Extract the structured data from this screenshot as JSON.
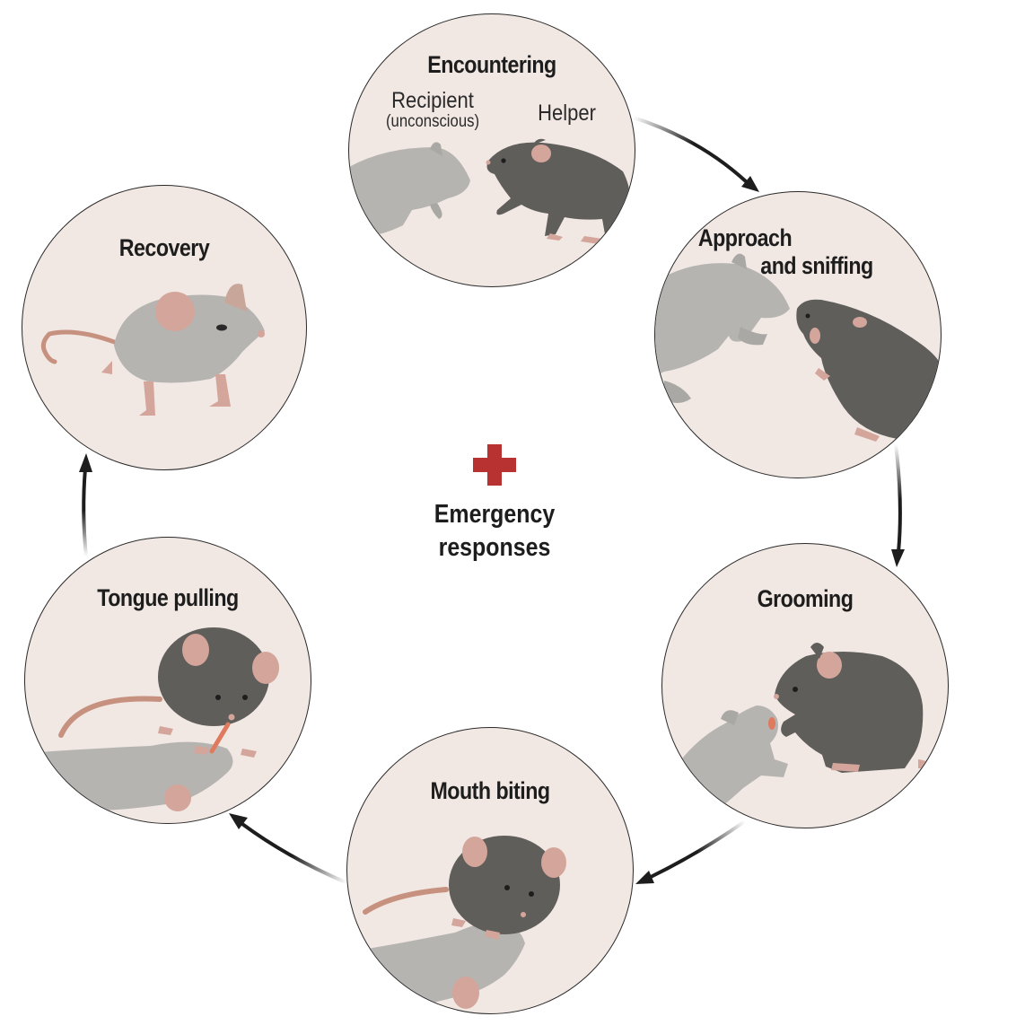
{
  "diagram": {
    "type": "cycle",
    "center": {
      "icon": "red-cross-icon",
      "icon_color": "#B83232",
      "label_line1": "Emergency",
      "label_line2": "responses"
    },
    "colors": {
      "circle_fill": "#F1E7E3",
      "circle_stroke": "#2a2a2a",
      "helper_mouse": "#5F5E5A",
      "recipient_mouse": "#B5B4B1",
      "ear_pink": "#D4A59A",
      "tongue": "#E07A5F",
      "arrow": "#1d1d1d"
    },
    "stages": [
      {
        "id": "encountering",
        "title": "Encountering",
        "recipient_label": "Recipient",
        "recipient_sublabel": "(unconscious)",
        "helper_label": "Helper"
      },
      {
        "id": "approach",
        "title_line1": "Approach",
        "title_line2": "and sniffing"
      },
      {
        "id": "grooming",
        "title": "Grooming"
      },
      {
        "id": "mouth-biting",
        "title": "Mouth biting"
      },
      {
        "id": "tongue-pulling",
        "title": "Tongue pulling"
      },
      {
        "id": "recovery",
        "title": "Recovery"
      }
    ],
    "flow": [
      "Encountering → Approach and sniffing",
      "Approach and sniffing → Grooming",
      "Grooming → Mouth biting",
      "Mouth biting → Tongue pulling",
      "Tongue pulling → Recovery"
    ]
  }
}
